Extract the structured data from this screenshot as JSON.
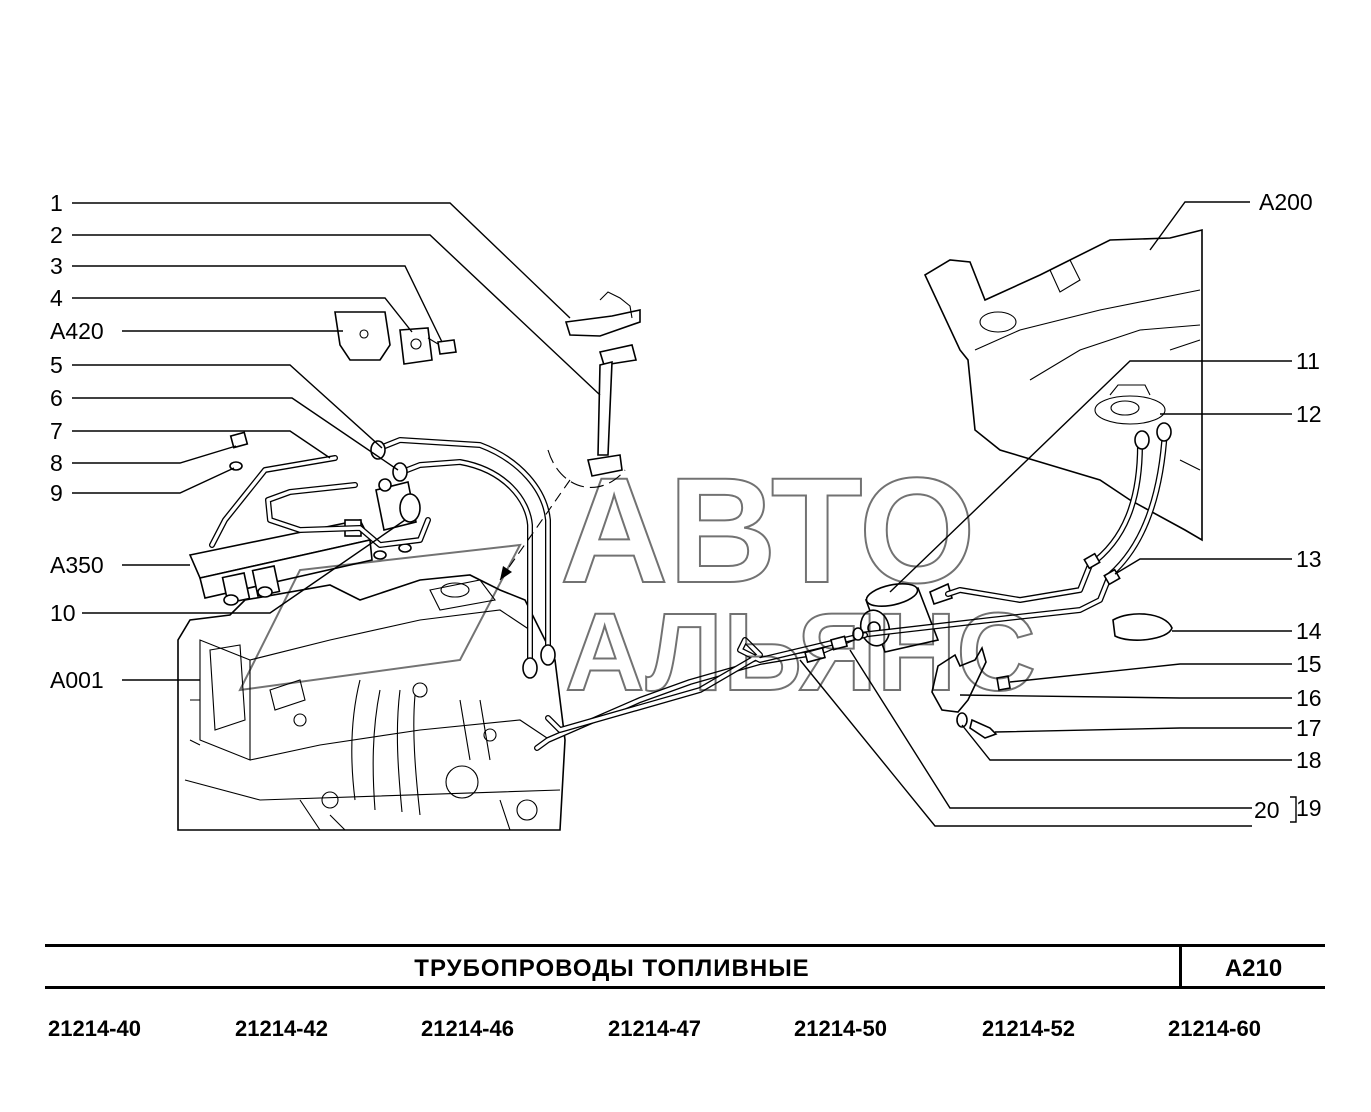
{
  "callouts_left": [
    "1",
    "2",
    "3",
    "4",
    "A420",
    "5",
    "6",
    "7",
    "8",
    "9",
    "A350",
    "10",
    "A001"
  ],
  "callouts_right": [
    "A200",
    "11",
    "12",
    "13",
    "14",
    "15",
    "16",
    "17",
    "18",
    "20",
    "19"
  ],
  "watermark": {
    "line1": "АВТО",
    "line2": "АЛЬЯНС"
  },
  "title": {
    "text": "ТРУБОПРОВОДЫ   ТОПЛИВНЫЕ",
    "code": "A210"
  },
  "models": [
    "21214-40",
    "21214-42",
    "21214-46",
    "21214-47",
    "21214-50",
    "21214-52",
    "21214-60"
  ]
}
